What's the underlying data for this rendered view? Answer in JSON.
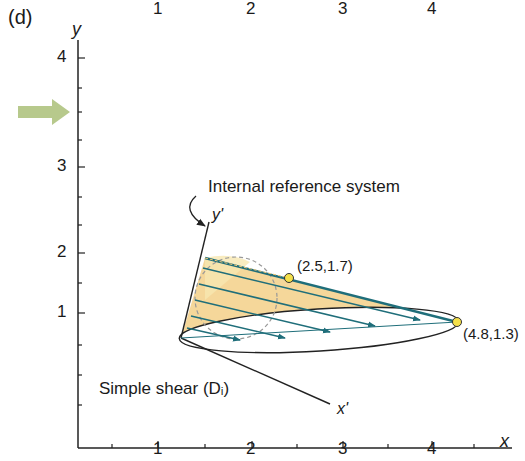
{
  "diagram": {
    "labels": [
      "(d)",
      "1",
      "2",
      "3",
      "4",
      "y",
      "4",
      "3",
      "2",
      "1",
      "Internal reference system",
      "y'",
      "(2.5,1.7)",
      "(4.8,1.3)",
      "x'",
      "Simple shear (Dᵢ)",
      "1",
      "2",
      "3",
      "4",
      "x"
    ]
  }
}
